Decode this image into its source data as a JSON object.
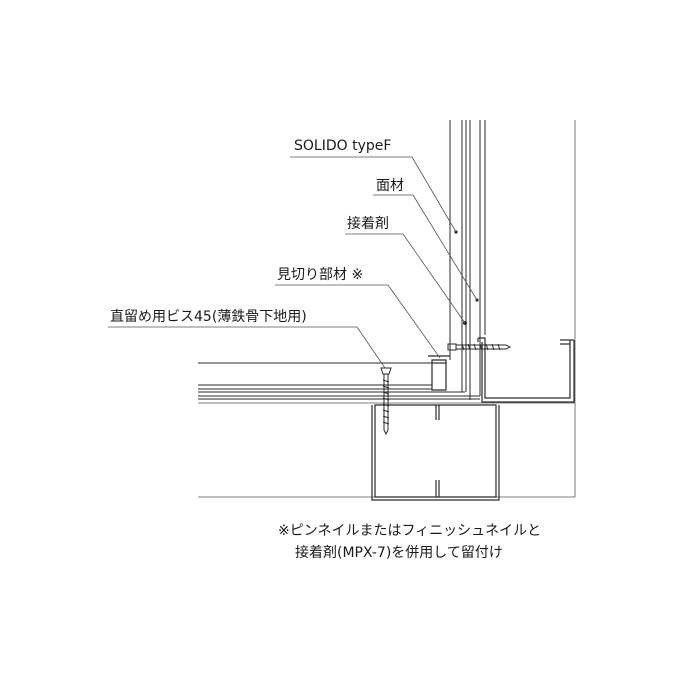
{
  "labels": {
    "solido": "SOLIDO typeF",
    "facing": "面材",
    "adhesive": "接着剤",
    "trim": "見切り部材 ※",
    "screw": "直留め用ビス45(薄鉄骨下地用)"
  },
  "note": {
    "line1": "※ピンネイルまたはフィニッシュネイルと",
    "line2": "接着剤(MPX-7)を併用して留付け"
  },
  "colors": {
    "line": "#2a2a2a",
    "thin": "#555555",
    "text": "#1a1a1a"
  }
}
